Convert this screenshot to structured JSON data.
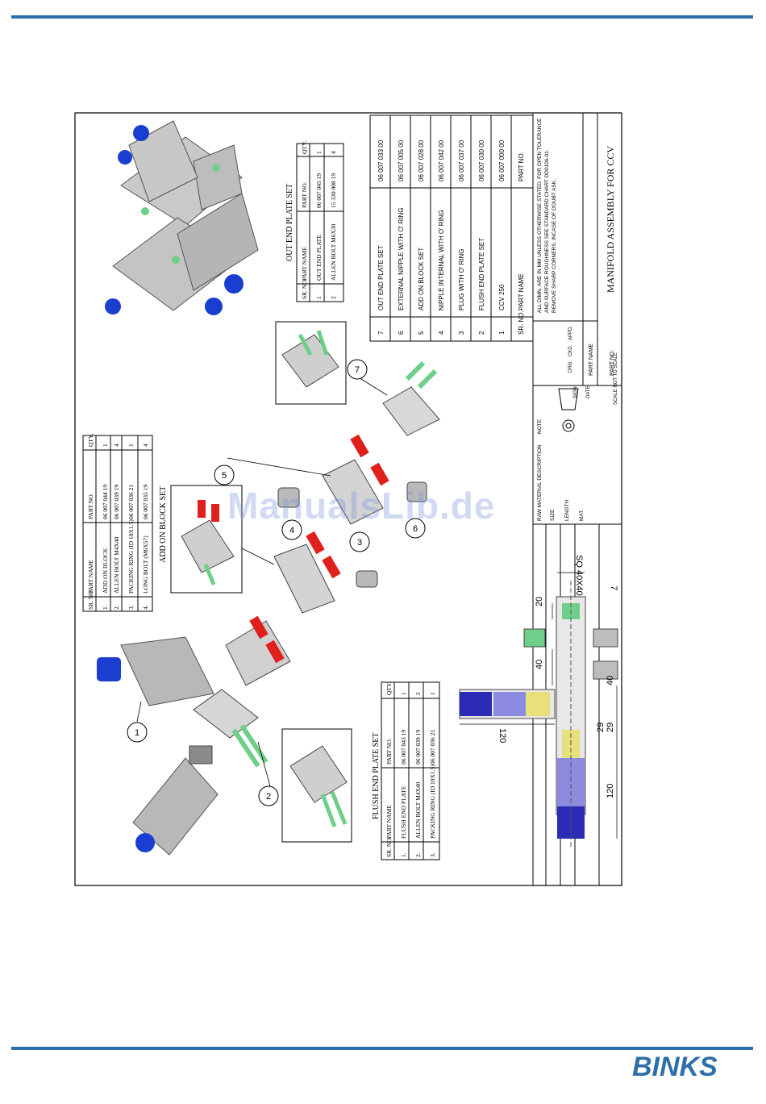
{
  "footer": {
    "brand": "BINKS",
    "brand_color": "#2e6fa8"
  },
  "watermark": "ManualsLib.de",
  "title_block": {
    "drawing_title": "MANIFOLD ASSEMBLY FOR CCV",
    "notes": [
      "ALL DIMN. ARE IN MM UNLESS OTHERWISE STATED, FOR OPEN TOLERANCE",
      "AND SURFACE ROUGHNESS SEE STANDARD CHART DD0106-01.",
      "REMOVE SHARP CORNERS. INCASE OF DOUBT ASK."
    ],
    "labels": {
      "raw_material": "RAW MATERIAL DESCRIPTION",
      "note": "NOTE",
      "size": "SIZE",
      "length": "LENGTH",
      "mat": "MAT.",
      "drg": "DRG.",
      "ckd": "CKD.",
      "appd": "APPD.",
      "sign": "SIGN",
      "date": "DATE",
      "scale": "SCALE NOT TO SCALE",
      "part_name": "PART NAME",
      "part_no": "PART NO."
    }
  },
  "main_bom": {
    "headers": [
      "SR. NO.",
      "PART NAME",
      "PART NO."
    ],
    "rows": [
      [
        "7",
        "OUT END PLATE SET",
        "06 007 033 00"
      ],
      [
        "6",
        "EXTERNAL NIPPLE WITH O' RING",
        "06 007 005 00"
      ],
      [
        "5",
        "ADD ON BLOCK SET",
        "06 007 028 00"
      ],
      [
        "4",
        "NIPPLE INTERNAL WITH O' RING",
        "06 007 042 00"
      ],
      [
        "3",
        "PLUG WITH O' RING",
        "06 007 037 00"
      ],
      [
        "2",
        "FLUSH END PLATE SET",
        "06 007 030 00"
      ],
      [
        "1",
        "CCV 250",
        "06 007 000 00"
      ]
    ]
  },
  "out_end_plate": {
    "title": "OUT END PLATE SET",
    "headers": [
      "SR. NO.",
      "PART NAME",
      "PART NO.",
      "QTY."
    ],
    "rows": [
      [
        "1",
        "OUT END PLATE",
        "06 007 045 19",
        "1"
      ],
      [
        "2",
        "ALLEN BOLT M6X30",
        "15 330 008 19",
        "4"
      ]
    ]
  },
  "add_on_block": {
    "title": "ADD ON BLOCK SET",
    "headers": [
      "SR. NO.",
      "PART NAME",
      "PART NO.",
      "QTY."
    ],
    "rows": [
      [
        "1.",
        "ADD ON BLOCK",
        "06 007 044 19",
        "1"
      ],
      [
        "2.",
        "ALLEN BOLT M4X40",
        "06 007 039 19",
        "4"
      ],
      [
        "3.",
        "PACKING RING (ID 10X1.5)",
        "06 007 036 21",
        "1"
      ],
      [
        "4.",
        "LONG BOLT (M6X57)",
        "06 007 035 19",
        "4"
      ]
    ]
  },
  "flush_end_plate": {
    "title": "FLUSH END PLATE SET",
    "headers": [
      "SR. NO.",
      "PART NAME",
      "PART NO.",
      "QTY."
    ],
    "rows": [
      [
        "1.",
        "FLUSH END PLATE",
        "06 007 043 19",
        "1"
      ],
      [
        "2.",
        "ALLEN BOLT M4X40",
        "06 007 039 19",
        "2"
      ],
      [
        "3.",
        "PACKING RING (ID 10X1.5)",
        "06 007 036 21",
        "1"
      ]
    ]
  },
  "balloons": [
    "1",
    "2",
    "3",
    "4",
    "5",
    "6",
    "7"
  ],
  "dimensions": [
    "SQ 40X40",
    "7",
    "20",
    "40",
    "40",
    "29",
    "29",
    "120",
    "120"
  ],
  "colors": {
    "blue_cap": "#1a3fd0",
    "green_bolt": "#6fcf8a",
    "red_ring": "#e0201c",
    "grey_body": "#b8b8b8"
  }
}
